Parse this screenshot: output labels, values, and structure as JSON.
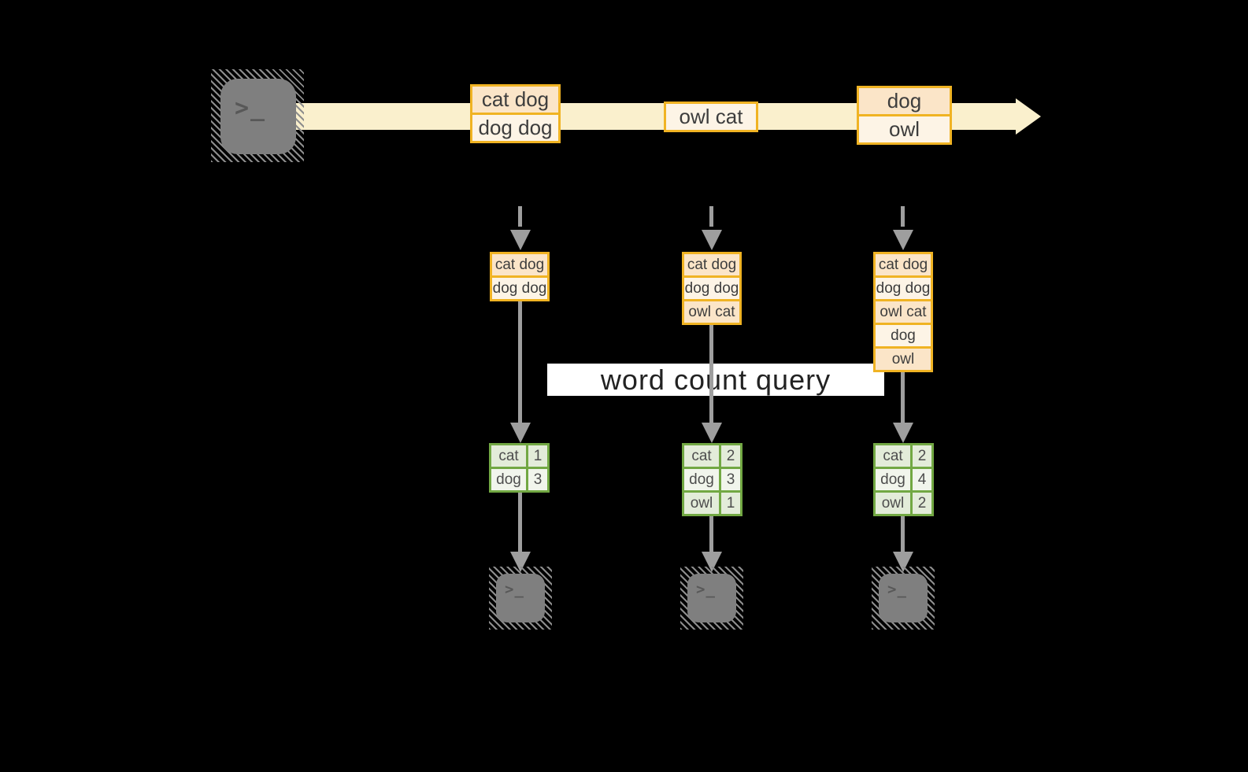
{
  "colors": {
    "band": "#FAF0CD",
    "amber": "#F0B323",
    "peach": "#FBE5C8",
    "cream": "#FDF4E6",
    "gray": "#9E9E9E",
    "green": "#72A843",
    "green_dark": "#E3ECD9",
    "green_light": "#F1F5EC",
    "terminal": "#7F7F7F",
    "label_bg": "#FFFFFF"
  },
  "icons": {
    "terminal_prompt": ">_"
  },
  "query_label": "word count query",
  "stream": {
    "events": [
      {
        "lines": [
          "cat dog",
          "dog dog"
        ]
      },
      {
        "lines": [
          "owl cat"
        ]
      },
      {
        "lines": [
          "dog",
          "owl"
        ]
      }
    ]
  },
  "batches": [
    {
      "rows": [
        "cat dog",
        "dog dog"
      ]
    },
    {
      "rows": [
        "cat dog",
        "dog dog",
        "owl cat"
      ]
    },
    {
      "rows": [
        "cat dog",
        "dog dog",
        "owl cat",
        "dog",
        "owl"
      ]
    }
  ],
  "results": [
    {
      "rows": [
        {
          "word": "cat",
          "count": "1"
        },
        {
          "word": "dog",
          "count": "3"
        }
      ]
    },
    {
      "rows": [
        {
          "word": "cat",
          "count": "2"
        },
        {
          "word": "dog",
          "count": "3"
        },
        {
          "word": "owl",
          "count": "1"
        }
      ]
    },
    {
      "rows": [
        {
          "word": "cat",
          "count": "2"
        },
        {
          "word": "dog",
          "count": "4"
        },
        {
          "word": "owl",
          "count": "2"
        }
      ]
    }
  ]
}
